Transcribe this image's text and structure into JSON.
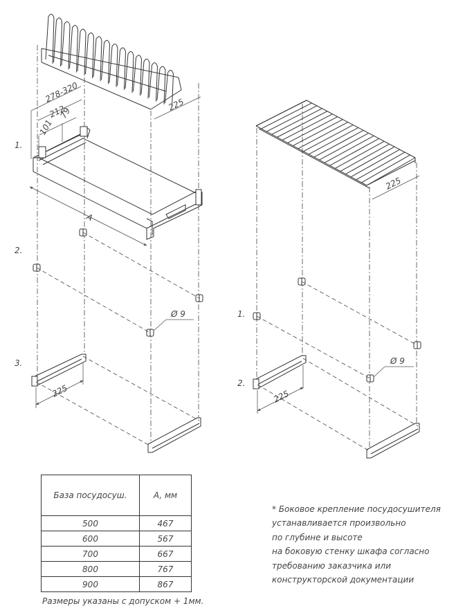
{
  "left_view": {
    "dims": {
      "d278_320": "278-320",
      "d212": "212",
      "d79": "79",
      "d101": "101",
      "d225_top": "225",
      "dA": "A",
      "d225_rail": "225",
      "dphi9": "Ø 9"
    },
    "steps": [
      "1.",
      "2.",
      "3."
    ]
  },
  "right_view": {
    "dims": {
      "d225_top": "225",
      "d225_rail": "225",
      "dphi9": "Ø 9"
    },
    "steps": [
      "1.",
      "2."
    ]
  },
  "size_table": {
    "headers": [
      "База посудосуш.",
      "A, мм"
    ],
    "rows": [
      [
        "500",
        "467"
      ],
      [
        "600",
        "567"
      ],
      [
        "700",
        "667"
      ],
      [
        "800",
        "767"
      ],
      [
        "900",
        "867"
      ]
    ]
  },
  "tolerance_note": "Размеры указаны с допуском + 1мм.",
  "mounting_note": [
    "* Боковое крепление посудосушителя",
    "устанавливается произвольно",
    "по глубине и высоте",
    "на боковую стенку шкафа согласно",
    "требованию заказчика или",
    "конструкторской документации"
  ]
}
